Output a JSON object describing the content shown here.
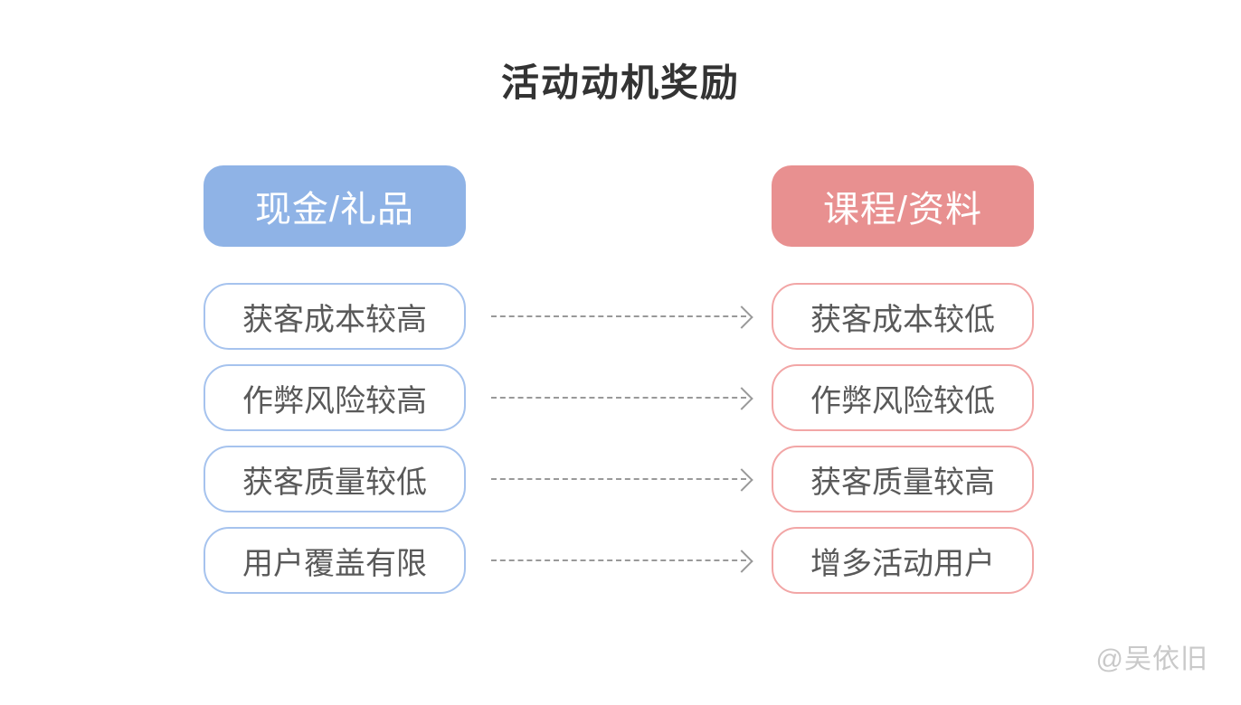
{
  "title": "活动动机奖励",
  "left_column": {
    "header": "现金/礼品",
    "items": [
      "获客成本较高",
      "作弊风险较高",
      "获客质量较低",
      "用户覆盖有限"
    ]
  },
  "right_column": {
    "header": "课程/资料",
    "items": [
      "获客成本较低",
      "作弊风险较低",
      "获客质量较高",
      "增多活动用户"
    ]
  },
  "arrows": {
    "count": 4,
    "direction": "left-to-right",
    "style": "dashed"
  },
  "watermark": "@吴依旧",
  "colors": {
    "background": "#ffffff",
    "blue_fill": "#8fb3e6",
    "blue_border": "#a6c3ee",
    "red_fill": "#e89090",
    "red_border": "#f2a6a6",
    "header_text": "#ffffff",
    "title_text": "#333333",
    "item_text": "#595959",
    "arrow": "#999999",
    "watermark": "#c9c9c9"
  }
}
